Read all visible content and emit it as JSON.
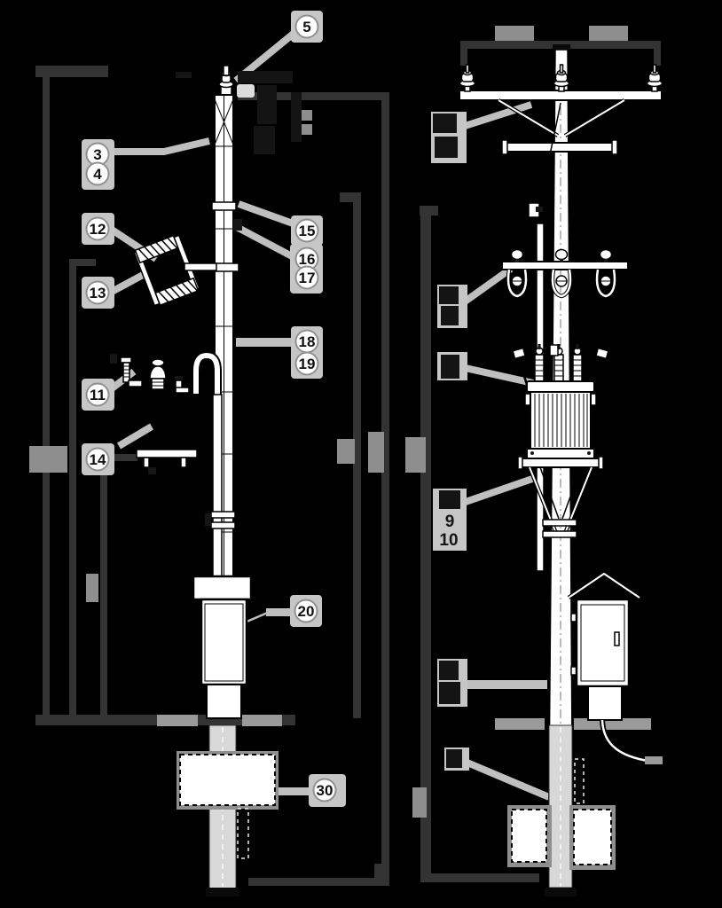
{
  "colors": {
    "background": "#000000",
    "bracket": "#333333",
    "leader": "#bfbfbf",
    "callout_backing": "#c6c6c6",
    "callout_fill": "#ffffff",
    "callout_ring": "#909090",
    "callout_text": "#111111",
    "blob_dark": "#141414",
    "blob_gray": "#8e8e8e",
    "dark_label_text": "#161616",
    "drawing_fill": "#ffffff",
    "drawing_stroke": "#000000",
    "underground_pole": "#d8d8d8",
    "ground_hatch": "#9a9a9a",
    "cap_dark": "#0a0a0a"
  },
  "callouts": {
    "c3": "3",
    "c4": "4",
    "c5": "5",
    "c11": "11",
    "c12": "12",
    "c13": "13",
    "c14": "14",
    "c15": "15",
    "c16": "16",
    "c17": "17",
    "c18": "18",
    "c19": "19",
    "c20": "20",
    "c30": "30"
  },
  "dark_labels": {
    "l9": "9",
    "l10": "10"
  }
}
